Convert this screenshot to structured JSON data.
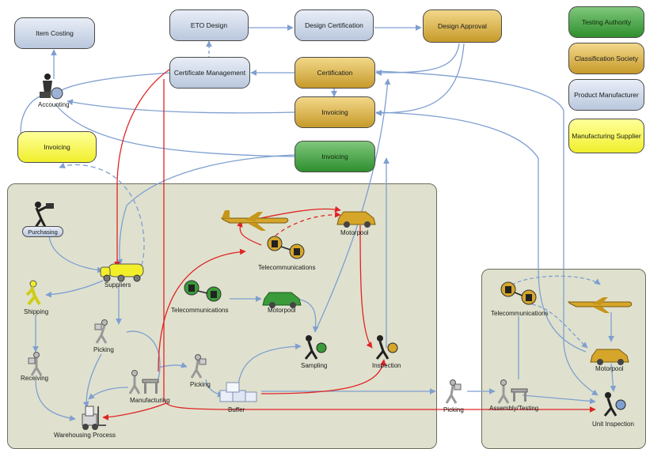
{
  "boxes": {
    "item_costing": "Item Costing",
    "eto_design": "ETO Design",
    "design_certification": "Design Certification",
    "design_approval": "Design Approval",
    "certificate_management": "Certificate Management",
    "certification": "Certification",
    "invoicing_gold": "Invoicing",
    "invoicing_yellow": "Invoicing",
    "invoicing_green": "Invoicing"
  },
  "legend": {
    "testing_authority": "Testing Authority",
    "classification_society": "Classification Society",
    "product_manufacturer": "Product Manufacturer",
    "manufacturing_supplier": "Manufacturing Supplier"
  },
  "labels": {
    "accounting": "Accounting",
    "purchasing": "Purchasing",
    "suppliers": "Suppliers",
    "shipping": "Shipping",
    "receiving": "Receiving",
    "picking_left": "Picking",
    "manufacturing": "Manufacturing",
    "picking_mid": "Picking",
    "buffer": "Buffer",
    "warehousing": "Warehousing Process",
    "telecom_gold": "Telecommunications",
    "motorpool_gold": "Motorpool",
    "telecom_green": "Telecommunications",
    "motorpool_green": "Motorpool",
    "sampling": "Sampling",
    "inspection": "Inspection",
    "picking_right": "Picking",
    "assembly_testing": "Assembly/Testing",
    "telecom_right": "Telecommunications",
    "motorpool_right": "Motorpool",
    "unit_inspection": "Unit Inspection"
  },
  "colors": {
    "blue_box": "#c8d3e6",
    "gold_box": "#d9b04a",
    "green_box": "#4aa548",
    "yellow_box": "#fafa4a",
    "panel": "#dfe1ce",
    "flow_blue": "#7f9fd0",
    "flow_red": "#e02424",
    "vehicle_gold": "#d6a62a",
    "vehicle_green": "#3a9b3a",
    "vehicle_yellow": "#f2ef2a"
  },
  "icons": [
    "accountant-icon",
    "purchaser-icon",
    "shipping-worker-icon",
    "receiving-worker-icon",
    "picker-icon",
    "assembler-icon",
    "forklift-icon",
    "boxes-icon",
    "airplane-icon",
    "car-icon",
    "telephone-icon",
    "truck-icon",
    "inspector-icon"
  ]
}
